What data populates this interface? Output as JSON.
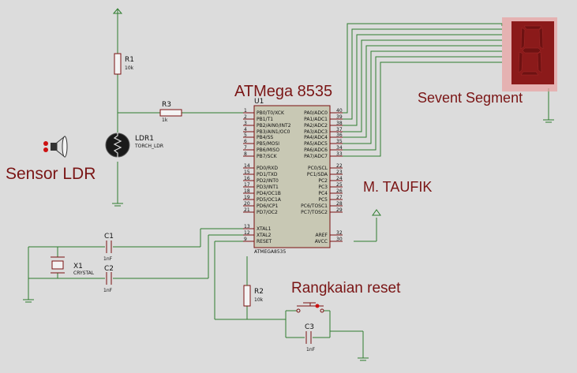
{
  "labels": {
    "atmega_title": "ATMega 8535",
    "sensor_ldr": "Sensor LDR",
    "seven_segment": "Sevent Segment",
    "author": "M. TAUFIK",
    "reset_circuit": "Rangkaian reset"
  },
  "components": {
    "u1": {
      "ref": "U1",
      "part": "ATMEGA8535"
    },
    "r1": {
      "ref": "R1",
      "value": "10k"
    },
    "r2": {
      "ref": "R2",
      "value": "10k"
    },
    "r3": {
      "ref": "R3",
      "value": "1k"
    },
    "ldr1": {
      "ref": "LDR1",
      "part": "TORCH_LDR"
    },
    "x1": {
      "ref": "X1",
      "part": "CRYSTAL"
    },
    "c1": {
      "ref": "C1",
      "value": "1nF"
    },
    "c2": {
      "ref": "C2",
      "value": "1nF"
    },
    "c3": {
      "ref": "C3",
      "value": "1nF"
    }
  },
  "left_pins": [
    {
      "num": "1",
      "name": "PB0/T0/XCK"
    },
    {
      "num": "2",
      "name": "PB1/T1"
    },
    {
      "num": "3",
      "name": "PB2/AIN0/INT2"
    },
    {
      "num": "4",
      "name": "PB3/AIN1/OC0"
    },
    {
      "num": "5",
      "name": "PB4/SS"
    },
    {
      "num": "6",
      "name": "PB5/MOSI"
    },
    {
      "num": "7",
      "name": "PB6/MISO"
    },
    {
      "num": "8",
      "name": "PB7/SCK"
    },
    {
      "num": "14",
      "name": "PD0/RXD"
    },
    {
      "num": "15",
      "name": "PD1/TXD"
    },
    {
      "num": "16",
      "name": "PD2/INT0"
    },
    {
      "num": "17",
      "name": "PD3/INT1"
    },
    {
      "num": "18",
      "name": "PD4/OC1B"
    },
    {
      "num": "19",
      "name": "PD5/OC1A"
    },
    {
      "num": "20",
      "name": "PD6/ICP1"
    },
    {
      "num": "21",
      "name": "PD7/OC2"
    },
    {
      "num": "13",
      "name": "XTAL1"
    },
    {
      "num": "12",
      "name": "XTAL2"
    },
    {
      "num": "9",
      "name": "RESET"
    }
  ],
  "right_pins": [
    {
      "num": "40",
      "name": "PA0/ADC0"
    },
    {
      "num": "39",
      "name": "PA1/ADC1"
    },
    {
      "num": "38",
      "name": "PA2/ADC2"
    },
    {
      "num": "37",
      "name": "PA3/ADC3"
    },
    {
      "num": "36",
      "name": "PA4/ADC4"
    },
    {
      "num": "35",
      "name": "PA5/ADC5"
    },
    {
      "num": "34",
      "name": "PA6/ADC6"
    },
    {
      "num": "33",
      "name": "PA7/ADC7"
    },
    {
      "num": "22",
      "name": "PC0/SCL"
    },
    {
      "num": "23",
      "name": "PC1/SDA"
    },
    {
      "num": "24",
      "name": "PC2"
    },
    {
      "num": "25",
      "name": "PC3"
    },
    {
      "num": "26",
      "name": "PC4"
    },
    {
      "num": "27",
      "name": "PC5"
    },
    {
      "num": "28",
      "name": "PC6/TOSC1"
    },
    {
      "num": "29",
      "name": "PC7/TOSC2"
    },
    {
      "num": "32",
      "name": "AREF"
    },
    {
      "num": "30",
      "name": "AVCC"
    }
  ],
  "colors": {
    "wire": "#2e7d2e",
    "component": "#7a1010",
    "chip_body": "#c8c8b4",
    "seven_segment_body": "#8b1a1a",
    "title_text": "#7a1515",
    "background": "#dcdcdc"
  }
}
